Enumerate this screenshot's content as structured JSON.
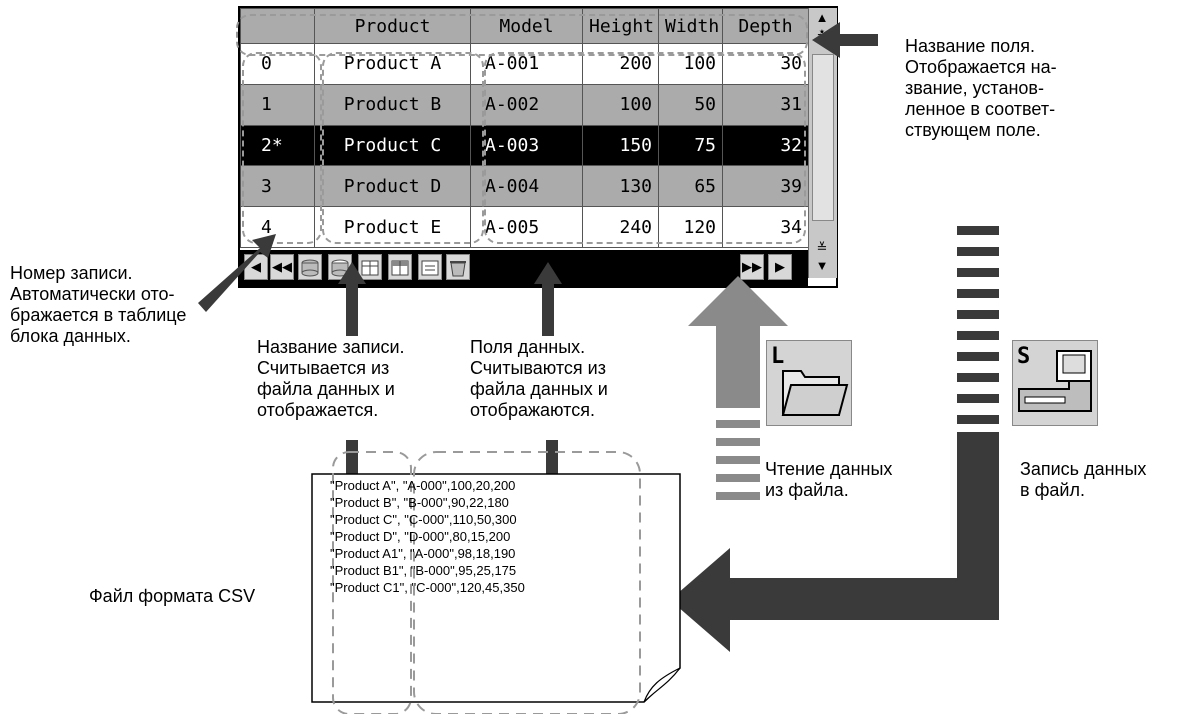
{
  "table": {
    "headers": [
      "",
      "Product",
      "Model",
      "Height",
      "Width",
      "Depth"
    ],
    "rows": [
      {
        "num": "0",
        "name": "Product A",
        "model": "A-001",
        "height": "200",
        "width": "100",
        "depth": "30"
      },
      {
        "num": "1",
        "name": "Product B",
        "model": "A-002",
        "height": "100",
        "width": "50",
        "depth": "31"
      },
      {
        "num": "2*",
        "name": "Product C",
        "model": "A-003",
        "height": "150",
        "width": "75",
        "depth": "32"
      },
      {
        "num": "3",
        "name": "Product D",
        "model": "A-004",
        "height": "130",
        "width": "65",
        "depth": "39"
      },
      {
        "num": "4",
        "name": "Product E",
        "model": "A-005",
        "height": "240",
        "width": "120",
        "depth": "34"
      }
    ]
  },
  "scrollbar": {
    "up": "▲",
    "top": "≛",
    "bottom": "≚",
    "down": "▼"
  },
  "navbar": {
    "prev": "◀",
    "first": "◀◀",
    "last": "▶▶",
    "next": "▶"
  },
  "labels": {
    "field_name": "Название поля.\nОтображается на-\nзвание, установ-\nленное в соответ-\nствующем поле.",
    "record_number": "Номер записи.\nАвтоматически ото-\nбражается в таблице\nблока данных.",
    "record_name": "Название записи.\nСчитывается из\nфайла данных и\nотображается.",
    "data_fields": "Поля данных.\nСчитываются из\nфайла данных и\nотображаются.",
    "read": "Чтение данных\nиз файла.",
    "write": "Запись данных\nв файл.",
    "csv": "Файл формата CSV"
  },
  "icons": {
    "load_letter": "L",
    "save_letter": "S"
  },
  "csv_lines": [
    "\"Product A\", \"A-000\",100,20,200",
    "\"Product B\", \"B-000\",90,22,180",
    "\"Product C\", \"C-000\",110,50,300",
    "\"Product D\", \"D-000\",80,15,200",
    "\"Product A1\", \"A-000\",98,18,190",
    "\"Product B1\", \"B-000\",95,25,175",
    "\"Product C1\", \"C-000\",120,45,350"
  ],
  "colors": {
    "selected_row": "#000000",
    "gray_row": "#ababab",
    "arrow_dark": "#3a3a3a",
    "arrow_light": "#8a8a8a",
    "dash": "#9a9a9a"
  }
}
